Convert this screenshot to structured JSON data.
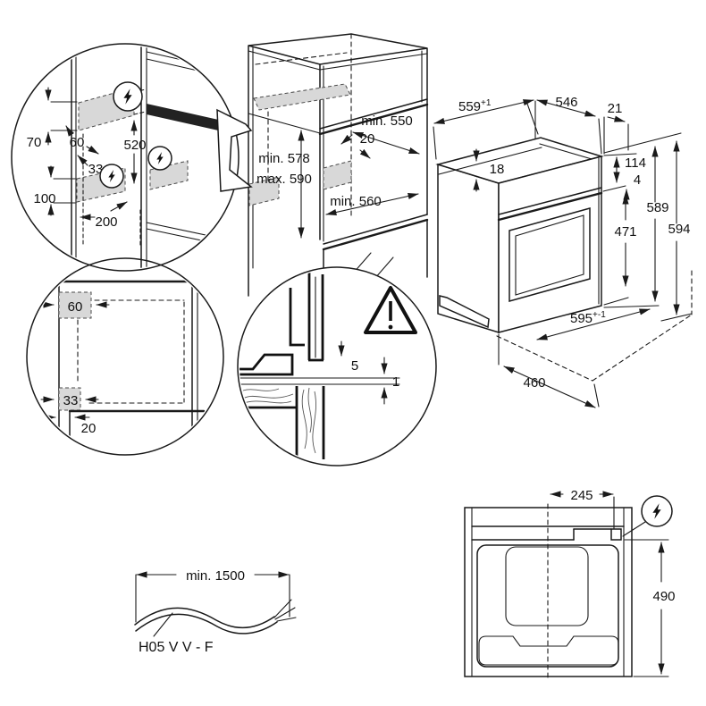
{
  "meta": {
    "title": "Built-in oven installation dimensions diagram"
  },
  "colors": {
    "line": "#1a1a1a",
    "zone_fill": "#d8d8d8",
    "band_fill": "#222222",
    "background": "#ffffff"
  },
  "icons": {
    "electrical": "lightning-bolt-circle",
    "warning": "exclamation-triangle"
  },
  "wall_detail": {
    "d70": "70",
    "d60": "60",
    "d520": "520",
    "d33": "33",
    "d100": "100",
    "d200": "200"
  },
  "cabinet": {
    "depth_top": "min. 550",
    "front_gap": "20",
    "height_min": "min. 578",
    "height_max": "max. 590",
    "depth_bottom": "min. 560"
  },
  "oven": {
    "width_top": "559",
    "width_top_tol": "+1",
    "depth": "546",
    "door_offset": "21",
    "top_inset": "18",
    "panel_height": "114",
    "panel_gap": "4",
    "door_height": "471",
    "height_body": "589",
    "height_total": "594",
    "width_front": "595",
    "width_front_tol": "+-1",
    "base_depth": "460"
  },
  "corner_detail": {
    "d60": "60",
    "d33": "33",
    "d20": "20"
  },
  "section_detail": {
    "d5": "5",
    "d1": "1"
  },
  "cable": {
    "length": "min. 1500",
    "type": "H05 V V - F"
  },
  "top_view": {
    "d245": "245",
    "d490": "490"
  }
}
